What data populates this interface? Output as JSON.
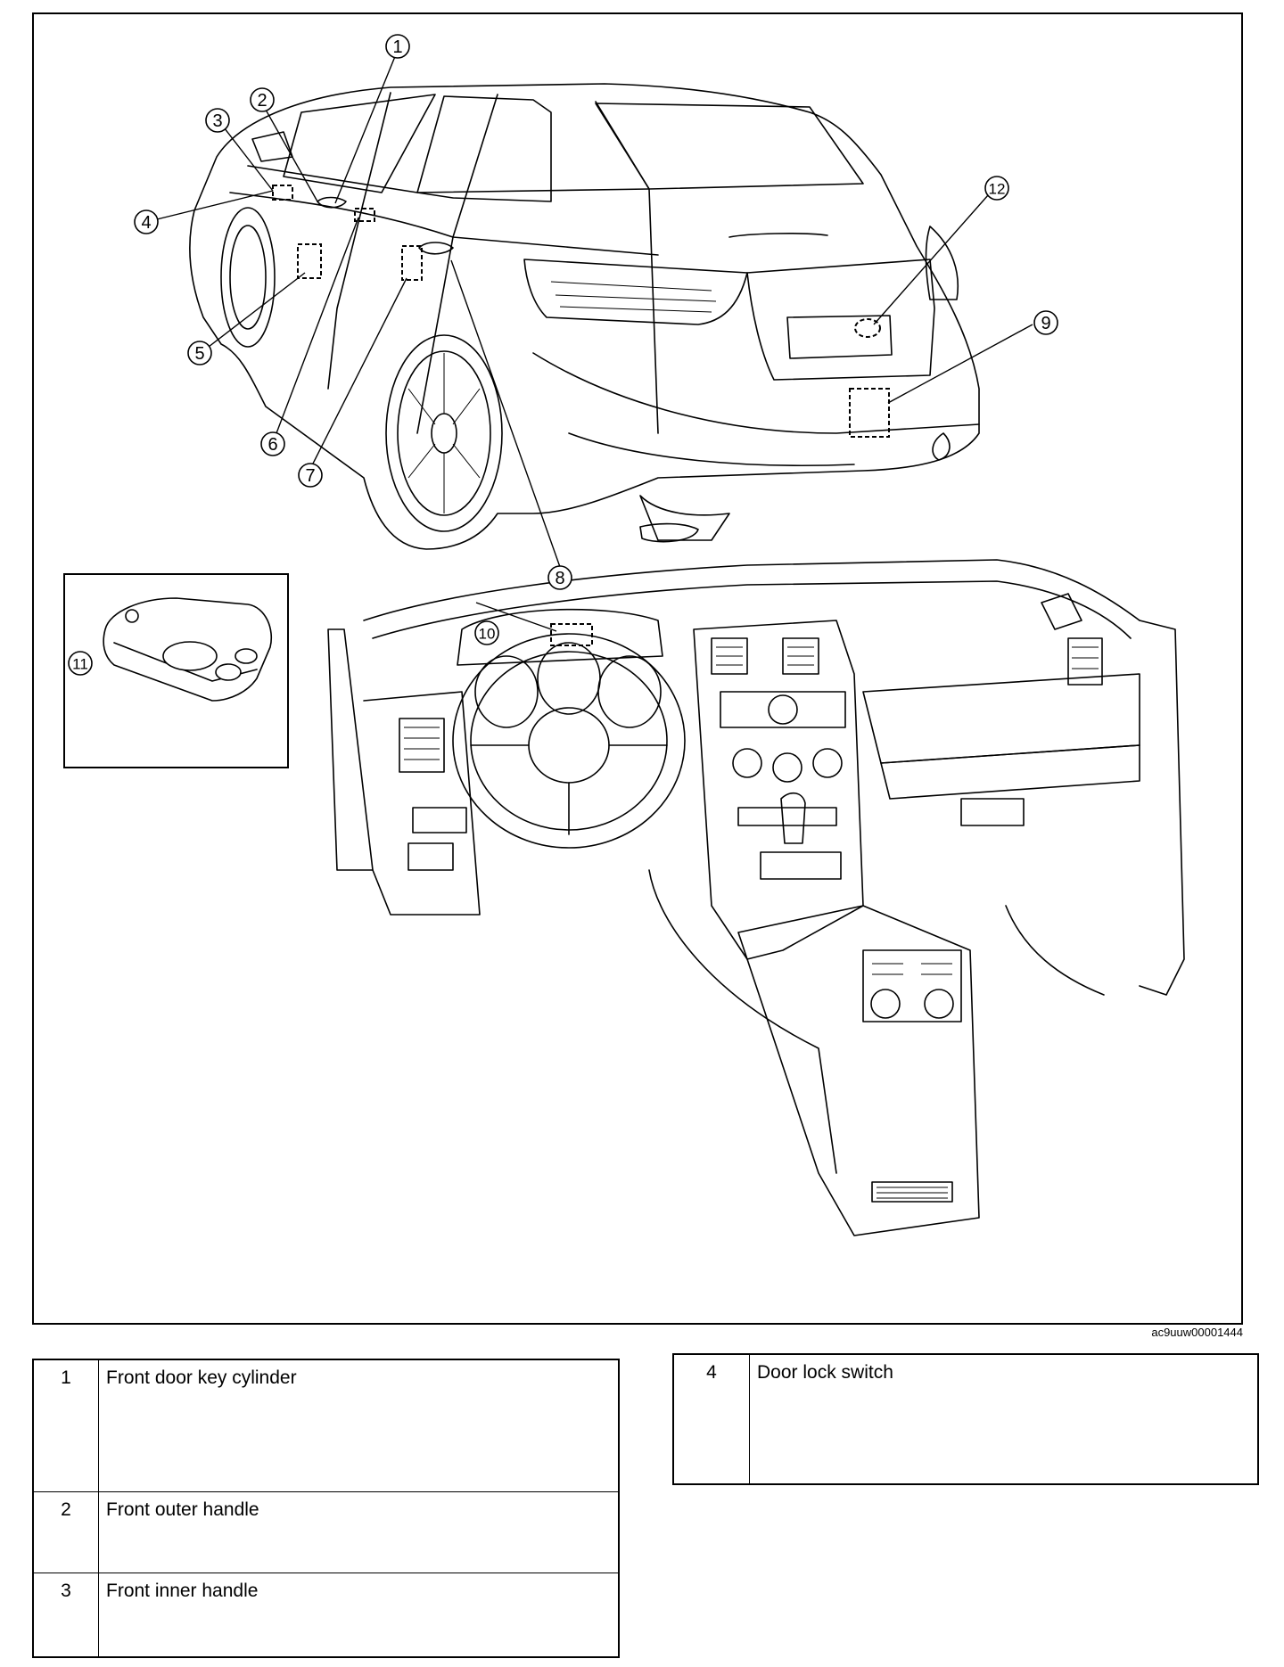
{
  "image_code": "ac9uuw00001444",
  "callouts": [
    "1",
    "2",
    "3",
    "4",
    "5",
    "6",
    "7",
    "8",
    "9",
    "10",
    "11",
    "12"
  ],
  "parts_left": [
    {
      "num": "1",
      "name": "Front door key cylinder"
    },
    {
      "num": "2",
      "name": "Front outer handle"
    },
    {
      "num": "3",
      "name": "Front inner handle"
    }
  ],
  "parts_right": [
    {
      "num": "4",
      "name": "Door lock switch"
    }
  ]
}
